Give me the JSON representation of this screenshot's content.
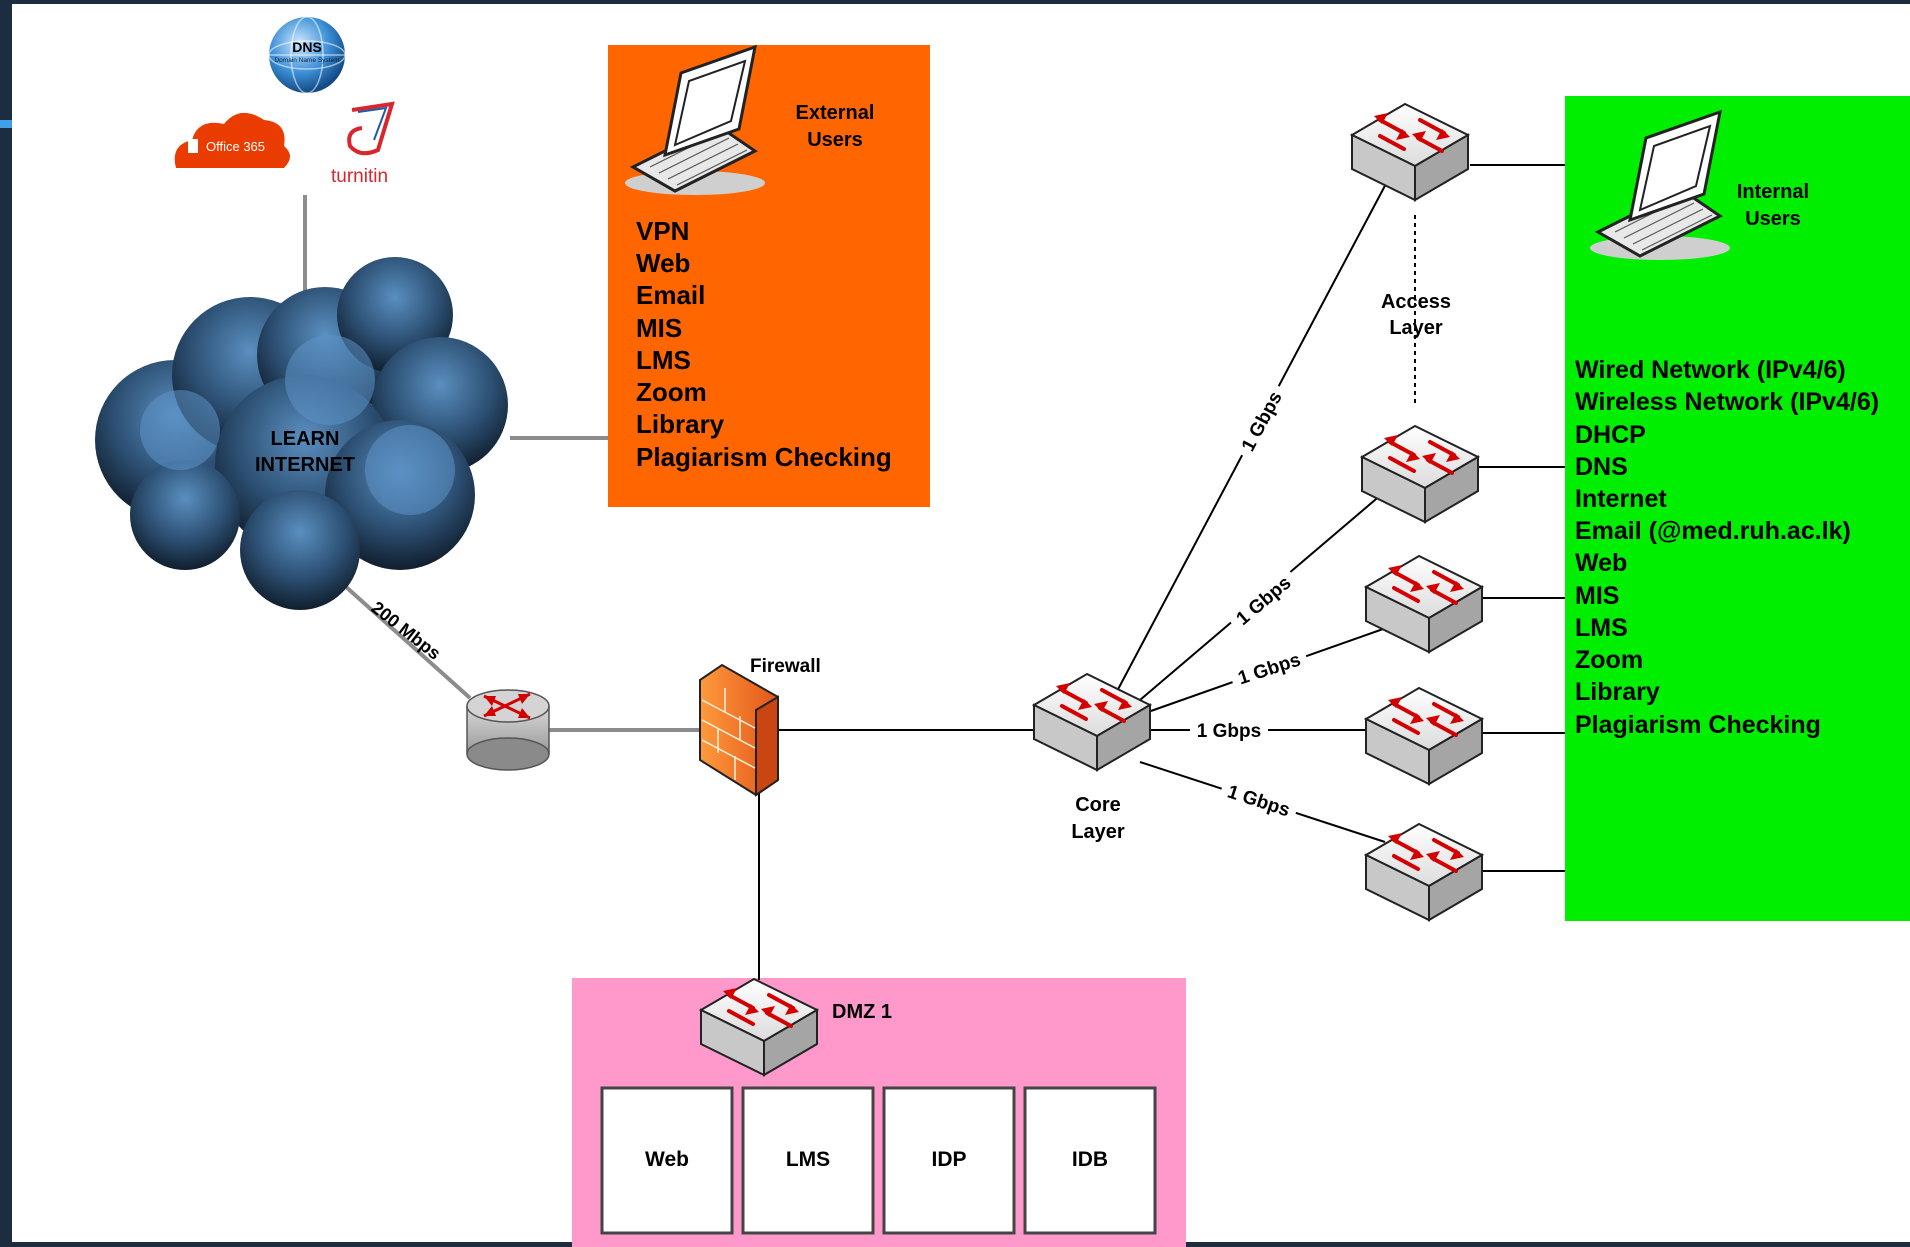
{
  "cloud_services": {
    "dns_label": "DNS",
    "dns_sub": "Domain Name System",
    "office_label": "Office 365",
    "turnitin_label": "turnitin"
  },
  "internet_cloud": {
    "line1": "LEARN",
    "line2": "INTERNET"
  },
  "uplink_speed": "200 Mbps",
  "firewall_label": "Firewall",
  "external_box": {
    "title_line1": "External",
    "title_line2": "Users",
    "services": [
      "VPN",
      "Web",
      "Email",
      "MIS",
      "LMS",
      "Zoom",
      "Library",
      "Plagiarism Checking"
    ],
    "color": "#ff6600"
  },
  "core_layer": {
    "line1": "Core",
    "line2": "Layer"
  },
  "access_layer": {
    "line1": "Access",
    "line2": "Layer"
  },
  "links": [
    "1 Gbps",
    "1 Gbps",
    "1 Gbps",
    "1 Gbps",
    "1 Gbps"
  ],
  "internal_box": {
    "title_line1": "Internal",
    "title_line2": "Users",
    "services": [
      "Wired Network (IPv4/6)",
      "Wireless Network (IPv4/6)",
      "DHCP",
      "DNS",
      "Internet",
      "Email (@med.ruh.ac.lk)",
      "Web",
      "MIS",
      "LMS",
      "Zoom",
      "Library",
      "Plagiarism Checking"
    ],
    "color": "#00ee00"
  },
  "dmz": {
    "title": "DMZ 1",
    "servers": [
      "Web",
      "LMS",
      "IDP",
      "IDB"
    ],
    "color": "#ff99cc"
  }
}
